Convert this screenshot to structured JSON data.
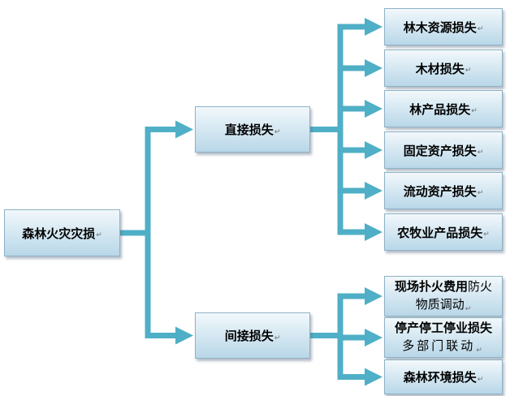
{
  "edit_mark": "↵",
  "root": {
    "label": "森林火灾灾损"
  },
  "branches": {
    "direct": {
      "label": "直接损失",
      "children": [
        "林木资源损失",
        "木材损失",
        "林产品损失",
        "固定资产损失",
        "流动资产损失",
        "农牧业产品损失"
      ]
    },
    "indirect": {
      "label": "间接损失",
      "children": [
        {
          "line1_bold": "现场扑火费用",
          "line1_normal": "防火",
          "line2": "物质调动"
        },
        {
          "line1_bold": "停产停工停业损失",
          "line2": "多部门联动"
        },
        {
          "line1_bold": "森林环境损失"
        }
      ]
    }
  },
  "colors": {
    "connector": "#4fafc6",
    "node_border": "#8eb2c6",
    "node_fill_top": "#f2f8fb",
    "node_fill_bottom": "#b9d7e8"
  }
}
